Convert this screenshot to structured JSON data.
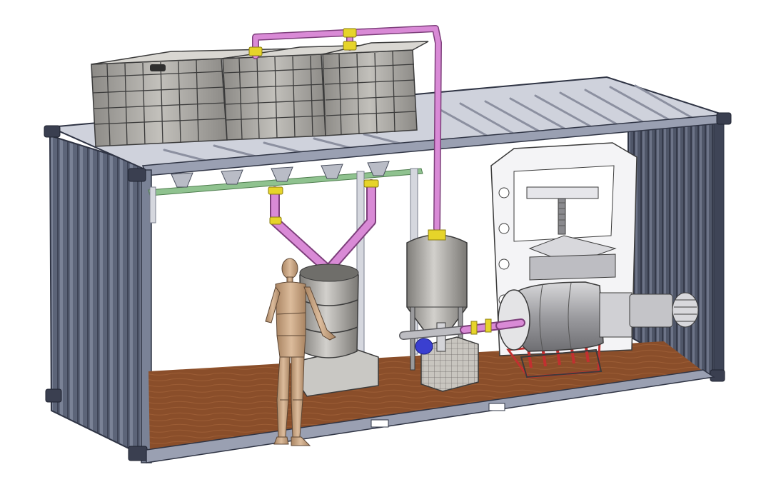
{
  "colors": {
    "container_steel": "#5c6478",
    "container_edge": "#2f3444",
    "roof": "#c9ccd6",
    "floor_wood": "#8a4e2a",
    "tank_gray": "#a9a7a2",
    "pipe_magenta": "#d98ad6",
    "pipe_fitting_yellow": "#e6d42a",
    "press_white": "#f4f4f6",
    "green_rail": "#8fc28f",
    "mannequin": "#c9a685",
    "motor_blue": "#3a3fd0",
    "cradle_red": "#c23030"
  },
  "components": [
    "ibc-tank",
    "ibc-tank",
    "ibc-tank",
    "transfer-pipe",
    "y-chute",
    "mixing-drum",
    "conical-vessel",
    "pump",
    "hydraulic-press",
    "rotary-drum-reactor",
    "gear-motor",
    "human-mannequin",
    "shipping-container"
  ]
}
